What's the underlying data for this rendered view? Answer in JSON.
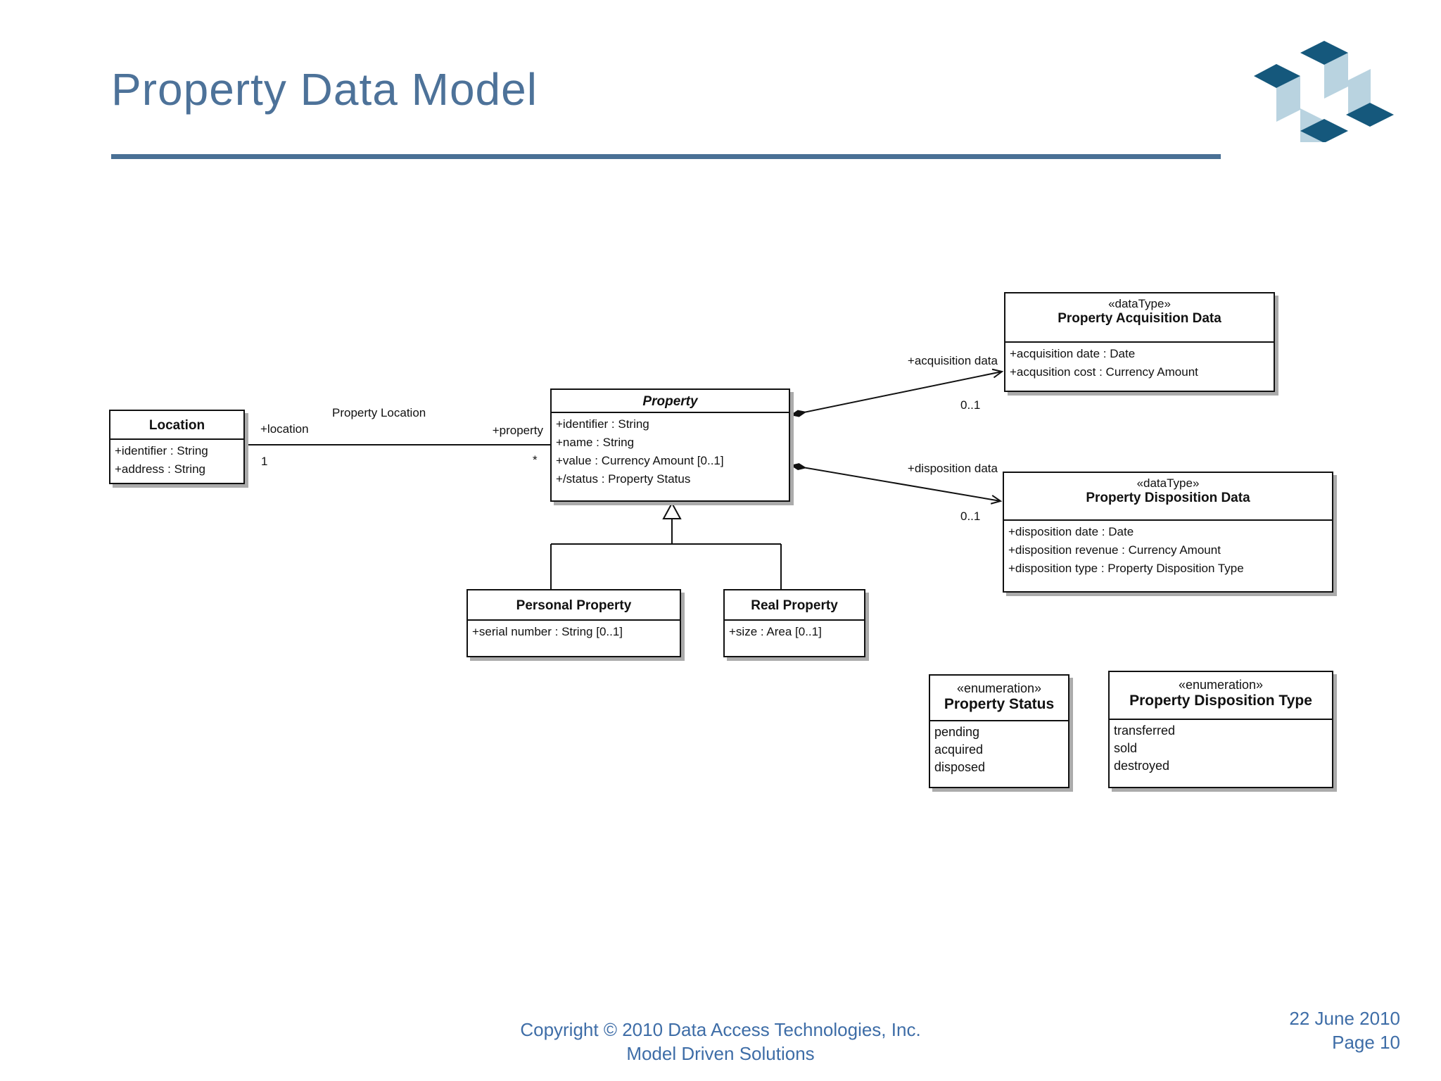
{
  "slide": {
    "title": "Property Data Model",
    "footer": {
      "copyright": "Copyright © 2010 Data Access Technologies, Inc.",
      "organization": "Model Driven Solutions",
      "date": "22 June 2010",
      "page": "Page 10"
    },
    "colors": {
      "accent": "#4d7299",
      "footer_text": "#3e6da7",
      "logo_dark": "#15587c",
      "logo_light": "#b9d3e0"
    }
  },
  "diagram": {
    "classes": {
      "location": {
        "name": "Location",
        "attributes": [
          "+identifier : String",
          "+address : String"
        ]
      },
      "property": {
        "name": "Property",
        "attributes": [
          "+identifier : String",
          "+name : String",
          "+value : Currency Amount [0..1]",
          "+/status : Property Status"
        ]
      },
      "acquisition_data": {
        "stereotype": "«dataType»",
        "name": "Property Acquisition Data",
        "attributes": [
          "+acquisition date : Date",
          "+acqusition cost : Currency Amount"
        ]
      },
      "disposition_data": {
        "stereotype": "«dataType»",
        "name": "Property Disposition Data",
        "attributes": [
          "+disposition date : Date",
          "+disposition revenue : Currency Amount",
          "+disposition type : Property Disposition Type"
        ]
      },
      "personal_property": {
        "name": "Personal Property",
        "attributes": [
          "+serial number : String [0..1]"
        ]
      },
      "real_property": {
        "name": "Real Property",
        "attributes": [
          "+size : Area [0..1]"
        ]
      },
      "property_status": {
        "stereotype": "«enumeration»",
        "name": "Property Status",
        "literals": [
          "pending",
          "acquired",
          "disposed"
        ]
      },
      "property_disposition_type": {
        "stereotype": "«enumeration»",
        "name": "Property Disposition Type",
        "literals": [
          "transferred",
          "sold",
          "destroyed"
        ]
      }
    },
    "associations": {
      "property_location": {
        "name": "Property Location",
        "location_role": "+location",
        "location_multiplicity": "1",
        "property_role": "+property",
        "property_multiplicity": "*"
      },
      "acquisition": {
        "role": "+acquisition data",
        "multiplicity": "0..1"
      },
      "disposition": {
        "role": "+disposition data",
        "multiplicity": "0..1"
      }
    }
  }
}
